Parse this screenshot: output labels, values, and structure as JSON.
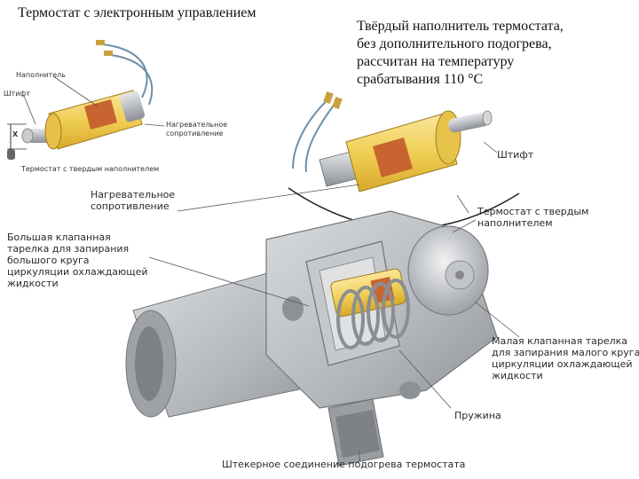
{
  "title": "Термостат с электронным управлением",
  "note_lines": [
    "Твёрдый наполнитель термостата,",
    "без дополнительного подогрева,",
    "рассчитан на температуру",
    "срабатывания 110 °C"
  ],
  "small_diagram": {
    "filler": "Наполнитель",
    "pin": "Штифт",
    "heater": [
      "Нагревательное",
      "сопротивление"
    ],
    "x_mark": "X",
    "caption": "Термостат с твердым наполнителем"
  },
  "labels": {
    "pin": "Штифт",
    "heater": [
      "Нагревательное",
      "сопротивление"
    ],
    "solid_thermostat": [
      "Термостат с твердым",
      "наполнителем"
    ],
    "big_valve": [
      "Большая клапанная",
      "тарелка для запирания",
      "большого круга",
      "циркуляции охлаждающей",
      "жидкости"
    ],
    "small_valve": [
      "Малая клапанная тарелка",
      "для запирания малого круга",
      "циркуляции охлаждающей",
      "жидкости"
    ],
    "spring": "Пружина",
    "connector": "Штекерное соединение подогрева термостата"
  },
  "colors": {
    "body_grey": "#b8bcc0",
    "filler_yellow": "#f0d060",
    "leader": "#555555"
  }
}
